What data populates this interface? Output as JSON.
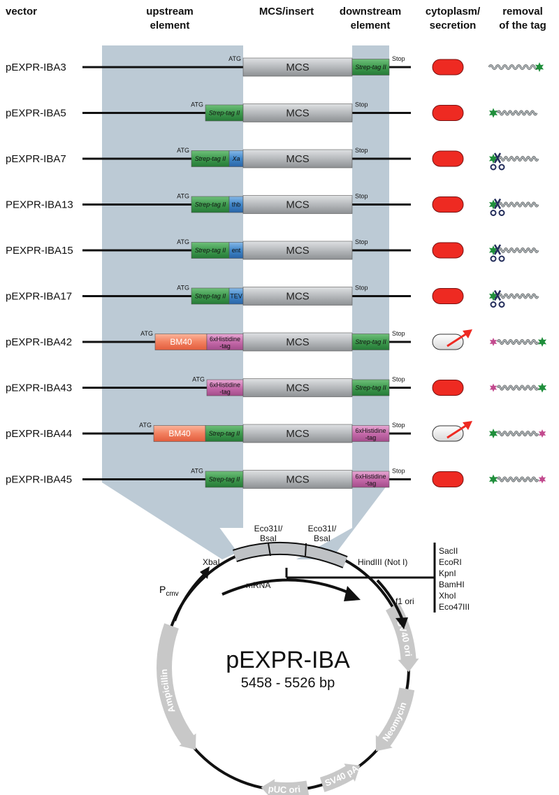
{
  "headers": {
    "vector": "vector",
    "upstream_1": "upstream",
    "upstream_2": "element",
    "mcs": "MCS/insert",
    "downstream_1": "downstream",
    "downstream_2": "element",
    "cyto_1": "cytoplasm/",
    "cyto_2": "secretion",
    "removal_1": "removal",
    "removal_2": "of the tag"
  },
  "labels": {
    "atg": "ATG",
    "stop": "Stop",
    "mcs": "MCS",
    "strep": "Strep-tag II",
    "his_1": "6xHistidine",
    "his_2": "-tag",
    "bm40": "BM40"
  },
  "vectors": [
    {
      "name": "pEXPR-IBA3",
      "up": [],
      "down": "strep",
      "loc": "cyto",
      "tag": "Cstrep"
    },
    {
      "name": "pEXPR-IBA5",
      "up": [
        "strep"
      ],
      "down": null,
      "loc": "cyto",
      "tag": "Nstrep"
    },
    {
      "name": "pEXPR-IBA7",
      "up": [
        "strep",
        "prot"
      ],
      "protease": "Xa",
      "down": null,
      "loc": "cyto",
      "tag": "cut"
    },
    {
      "name": "PEXPR-IBA13",
      "up": [
        "strep",
        "prot"
      ],
      "protease": "thb",
      "down": null,
      "loc": "cyto",
      "tag": "cut"
    },
    {
      "name": "PEXPR-IBA15",
      "up": [
        "strep",
        "prot"
      ],
      "protease": "ent",
      "down": null,
      "loc": "cyto",
      "tag": "cut"
    },
    {
      "name": "pEXPR-IBA17",
      "up": [
        "strep",
        "prot"
      ],
      "protease": "TEV",
      "down": null,
      "loc": "cyto",
      "tag": "cut"
    },
    {
      "name": "pEXPR-IBA42",
      "up": [
        "bm40",
        "his"
      ],
      "down": "strep",
      "loc": "sec",
      "tag": "His_Strep"
    },
    {
      "name": "pEXPR-IBA43",
      "up": [
        "his"
      ],
      "down": "strep",
      "loc": "cyto",
      "tag": "His_Strep"
    },
    {
      "name": "pEXPR-IBA44",
      "up": [
        "bm40",
        "strep"
      ],
      "down": "his",
      "loc": "sec",
      "tag": "Strep_His"
    },
    {
      "name": "pEXPR-IBA45",
      "up": [
        "strep"
      ],
      "down": "his",
      "loc": "cyto",
      "tag": "Strep_His"
    }
  ],
  "plasmid": {
    "name": "pEXPR-IBA",
    "size": "5458 - 5526 bp",
    "sites": {
      "eco_1": "Eco31I/",
      "eco_2": "BsaI",
      "xbai": "XbaI",
      "hindiii": "HindIII (Not I)",
      "mrna": "mRNA",
      "pcmv_main": "P",
      "pcmv_sub": "cmv",
      "f1ori": "f1 ori"
    },
    "mcs_sites": [
      "SacII",
      "EcoRI",
      "KpnI",
      "BamHI",
      "XhoI",
      "Eco47III"
    ],
    "features": [
      "SV40 ori",
      "Neomycin",
      "SV40 pA",
      "pUC ori",
      "Ampicillin"
    ]
  },
  "colors": {
    "band": "#bccad5",
    "strep": "#3e9a4e",
    "his": "#c66bab",
    "bm40": "#f2805f",
    "protease": "#3f86c9",
    "mcs": "#b9bcbf",
    "red_pill": "#ee2a22",
    "arrow_red": "#ee2a22",
    "star_green": "#1f8e3b",
    "star_magenta": "#c24a8e",
    "feature_gray": "#c8c8c8",
    "scissor": "#222c5a"
  }
}
